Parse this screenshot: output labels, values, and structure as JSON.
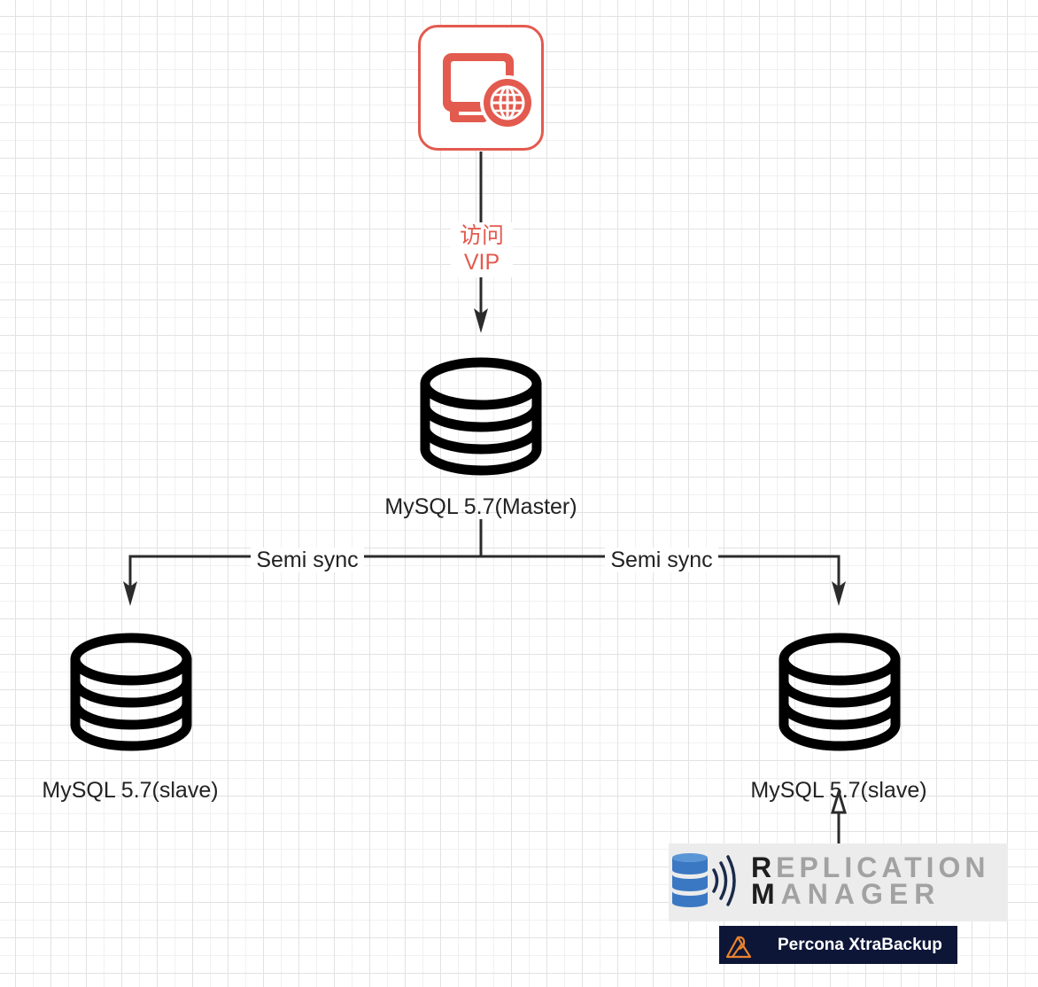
{
  "client": {
    "icon": "web-monitor-icon",
    "color": "#e35a4e"
  },
  "client_link": {
    "label_line1": "访问",
    "label_line2": "VIP",
    "color": "#e35a4e"
  },
  "master": {
    "icon": "database-icon",
    "label": "MySQL 5.7(Master)"
  },
  "replication_links": [
    {
      "label": "Semi sync"
    },
    {
      "label": "Semi sync"
    }
  ],
  "slaves": [
    {
      "icon": "database-icon",
      "label": "MySQL 5.7(slave)"
    },
    {
      "icon": "database-icon",
      "label": "MySQL 5.7(slave)"
    }
  ],
  "tools": {
    "replication_manager": {
      "icon": "database-waves-icon",
      "line1": "REPLICATION",
      "line2": "MANAGER",
      "color": "#3b78c3"
    },
    "percona_xtrabackup": {
      "icon": "percona-logo-icon",
      "text": "Percona XtraBackup",
      "color": "#e8822d",
      "background": "#0d1637"
    }
  },
  "edge_color": "#2b2b2b"
}
